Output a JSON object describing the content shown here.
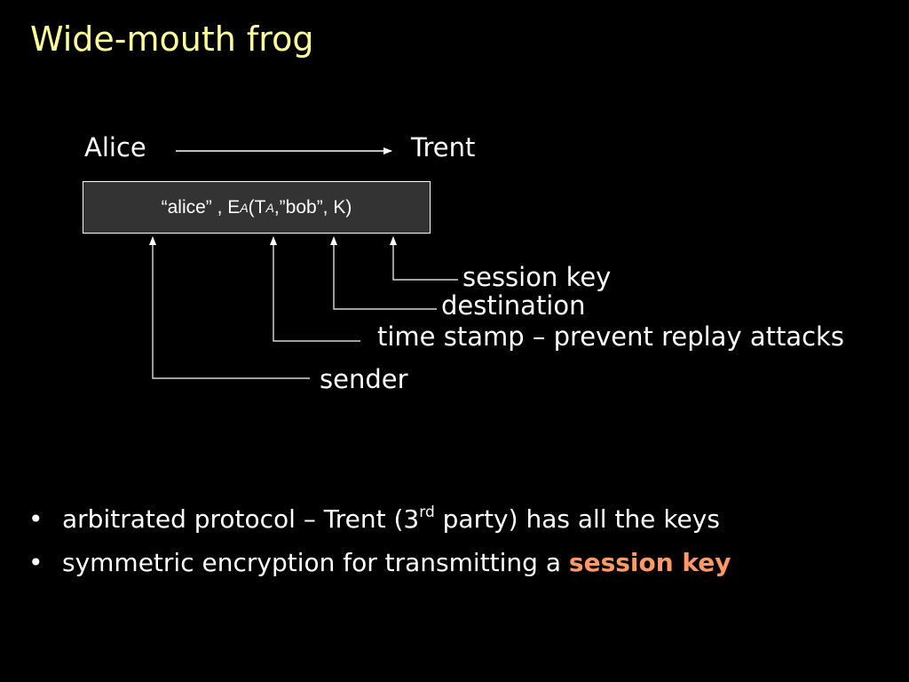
{
  "slide": {
    "title": "Wide-mouth frog",
    "colors": {
      "background": "#000000",
      "title": "#ffff99",
      "text": "#ffffff",
      "highlight": "#ff9966",
      "message_box_fill": "#333333"
    }
  },
  "diagram": {
    "from": "Alice",
    "to": "Trent",
    "message": {
      "part1": "“alice” , E",
      "sub1": "A",
      "part2": "(T",
      "sub2": "A",
      "part3": ",”bob”, K)"
    },
    "labels": {
      "session_key": "session key",
      "destination": "destination",
      "timestamp": "time stamp – prevent replay attacks",
      "sender": "sender"
    }
  },
  "bullets": {
    "marker": "•",
    "item1": {
      "before": "arbitrated protocol – Trent (3",
      "sup": "rd",
      "after": " party) has all the keys"
    },
    "item2": {
      "text": "symmetric encryption for transmitting a ",
      "highlight": "session key"
    }
  }
}
